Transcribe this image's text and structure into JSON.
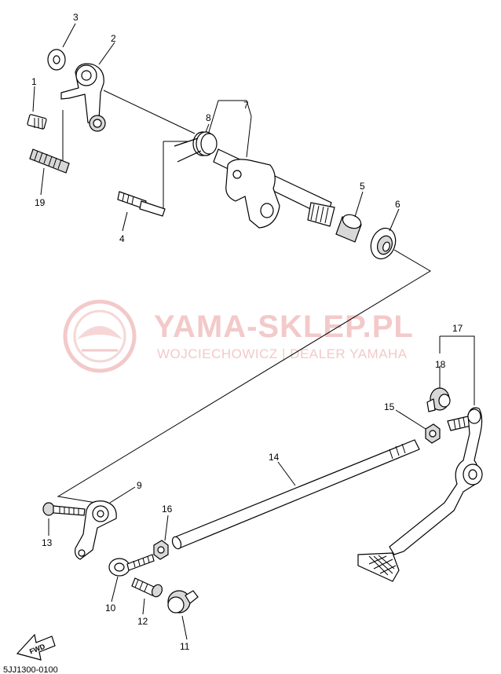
{
  "watermark": {
    "title": "YAMA-SKLEP.PL",
    "subtitle": "WOJCIECHOWICZ | DEALER YAMAHA",
    "color": "#f3c9c9"
  },
  "callouts": {
    "c1": "1",
    "c2": "2",
    "c3": "3",
    "c4": "4",
    "c5": "5",
    "c6": "6",
    "c7": "7",
    "c8": "8",
    "c9": "9",
    "c10": "10",
    "c11": "11",
    "c12": "12",
    "c13": "13",
    "c14": "14",
    "c15": "15",
    "c16": "16",
    "c17": "17",
    "c18": "18",
    "c19": "19"
  },
  "fwd_label": "FWD",
  "drawing_code": "5JJ1300-0100"
}
